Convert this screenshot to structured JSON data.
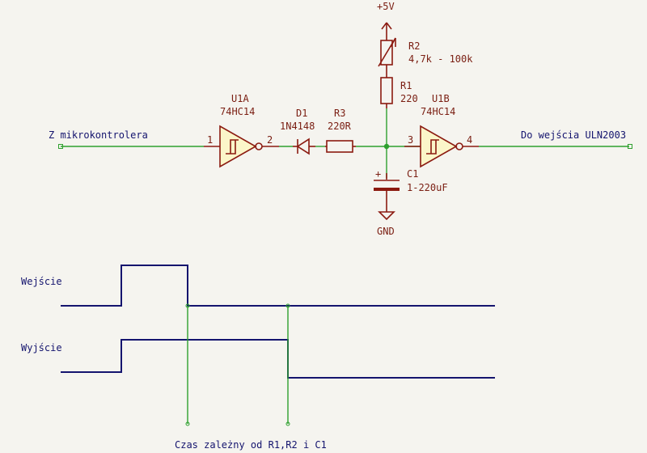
{
  "labels": {
    "input_net": "Z mikrokontrolera",
    "output_net": "Do wejścia ULN2003",
    "input_wave": "Wejście",
    "output_wave": "Wyjście",
    "timing_note": "Czas zależny od R1,R2 i C1"
  },
  "power": {
    "vcc": "+5V",
    "gnd": "GND"
  },
  "components": {
    "u1a": {
      "ref": "U1A",
      "value": "74HC14",
      "pin_in": "1",
      "pin_out": "2"
    },
    "u1b": {
      "ref": "U1B",
      "value": "74HC14",
      "pin_in": "3",
      "pin_out": "4"
    },
    "d1": {
      "ref": "D1",
      "value": "1N4148"
    },
    "r3": {
      "ref": "R3",
      "value": "220R"
    },
    "r1": {
      "ref": "R1",
      "value": "220"
    },
    "r2": {
      "ref": "R2",
      "value": "4,7k - 100k"
    },
    "c1": {
      "ref": "C1",
      "value": "1-220uF",
      "polarity": "+"
    }
  },
  "colors": {
    "wire": "#2ea02e",
    "symbol": "#8b1a10",
    "symbol_fill": "#fbf6c9",
    "label": "#14146e",
    "background": "#f5f4ef"
  }
}
